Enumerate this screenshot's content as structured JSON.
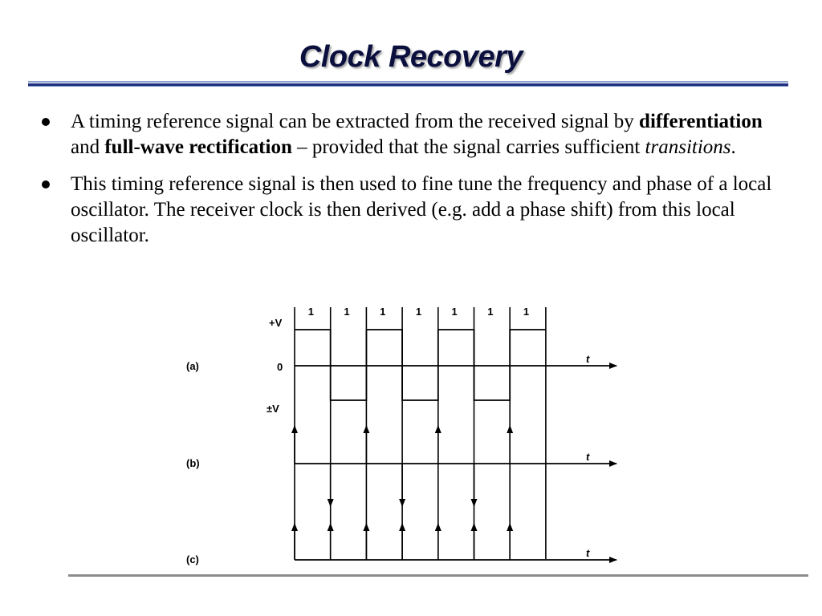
{
  "slide": {
    "title": "Clock Recovery",
    "bullets": [
      {
        "t1": "A timing reference signal can be extracted from the received signal by ",
        "b1": "differentiation",
        "t2": " and ",
        "b2": "full-wave rectification",
        "t3": " – provided that the signal carries sufficient ",
        "i1": "transitions",
        "t4": "."
      },
      {
        "text": "This timing reference signal is then used to fine tune the frequency and phase of a local oscillator.  The receiver clock is then derived (e.g. add a phase shift) from this local oscillator."
      }
    ]
  },
  "diagram": {
    "bits": [
      "1",
      "1",
      "1",
      "1",
      "1",
      "1",
      "1"
    ],
    "level_labels": {
      "plus_v": "+V",
      "zero": "0",
      "pm_v": "±V"
    },
    "row_labels": {
      "a": "(a)",
      "b": "(b)",
      "c": "(c)"
    },
    "time_label": "t"
  }
}
